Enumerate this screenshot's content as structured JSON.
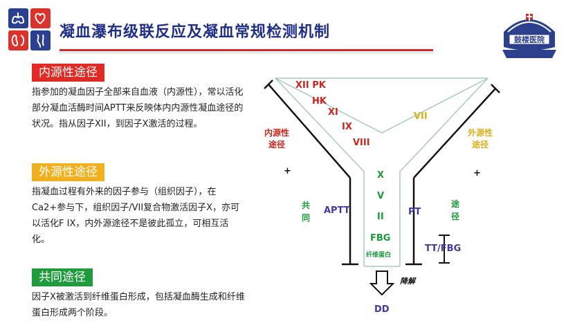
{
  "header": {
    "title": "凝血瀑布级联反应及凝血常规检测机制",
    "hospital_logo_text": "鼓楼医院"
  },
  "colors": {
    "title": "#1f2f86",
    "intrinsic_tag": "#e02a23",
    "extrinsic_tag": "#f2b01e",
    "common_tag": "#1f9a3c",
    "divider": "#d42527"
  },
  "sections": {
    "intrinsic": {
      "tag": "内源性途径",
      "text": "指参加的凝血因子全部来自血液（内源性），常以活化部分凝血活酶时间APTT来反映体内内源性凝血途径的状况。指从因子XII，到因子X激活的过程。"
    },
    "extrinsic": {
      "tag": "外源性途径",
      "text": "指凝血过程有外来的因子参与（组织因子），在Ca2+参与下，组织因子/VII复合物激活因子X，亦可以活化F IX，内外源途径不是彼此孤立，可相互活化。"
    },
    "common": {
      "tag": "共同途径",
      "text": "因子X被激活到纤维蛋白形成，包括凝血酶生成和纤维蛋白形成两个阶段。"
    }
  },
  "diagram": {
    "intrinsic_factors": [
      "XII PK",
      "HK",
      "XI",
      "IX",
      "VIII"
    ],
    "extrinsic_factor": "VII",
    "common_factors": [
      "X",
      "V",
      "II",
      "FBG"
    ],
    "fibrin": "纤维蛋白",
    "intrinsic_label": [
      "内源性",
      "途径"
    ],
    "extrinsic_label": [
      "外源性",
      "途径"
    ],
    "common_label_left": [
      "共",
      "同"
    ],
    "common_label_right": [
      "途",
      "径"
    ],
    "plus": "+",
    "aptt": "APTT",
    "pt": "PT",
    "tt_fbg": "TT/FBG",
    "degradation": "降解",
    "dd": "DD"
  }
}
